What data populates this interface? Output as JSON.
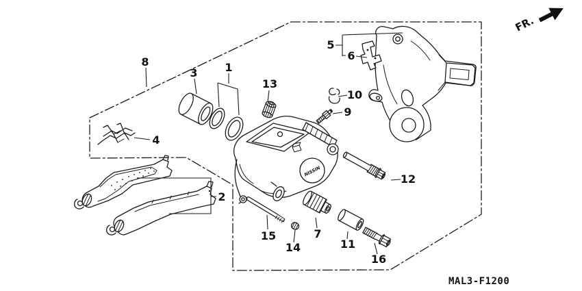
{
  "diagram": {
    "fr_label": "FR.",
    "code": "MAL3-F1200",
    "brand_mark": "NISSIN",
    "callouts": [
      {
        "num": "1"
      },
      {
        "num": "2"
      },
      {
        "num": "3"
      },
      {
        "num": "4"
      },
      {
        "num": "5"
      },
      {
        "num": "6"
      },
      {
        "num": "7"
      },
      {
        "num": "8"
      },
      {
        "num": "9"
      },
      {
        "num": "10"
      },
      {
        "num": "11"
      },
      {
        "num": "12"
      },
      {
        "num": "13"
      },
      {
        "num": "14"
      },
      {
        "num": "15"
      },
      {
        "num": "16"
      }
    ]
  }
}
